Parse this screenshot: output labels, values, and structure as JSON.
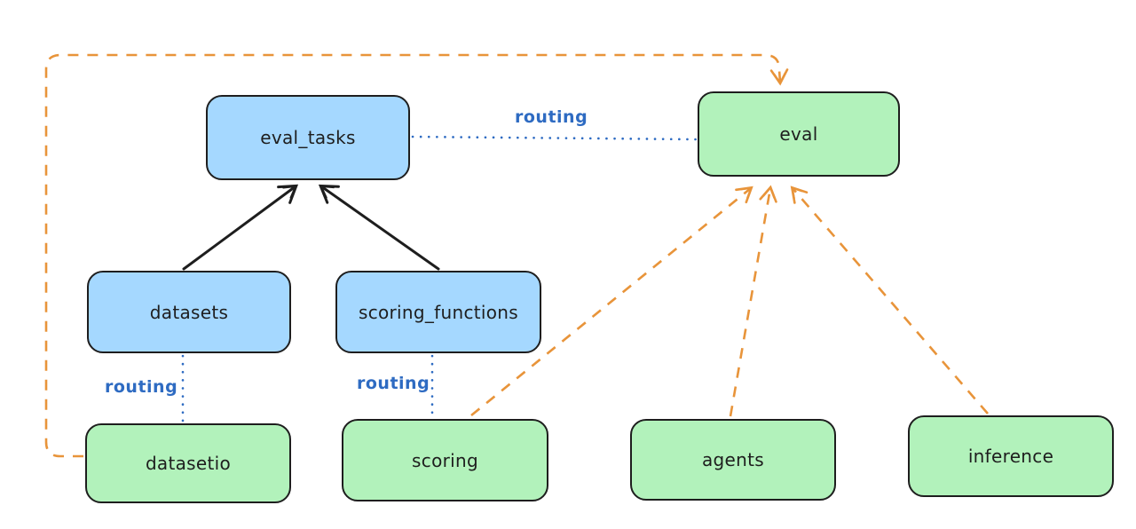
{
  "diagram": {
    "background": "#ffffff",
    "colors": {
      "node_stroke": "#1e1e1e",
      "api_node_fill": "#a5d8ff",
      "provider_node_fill": "#b2f2bb",
      "routing_line_color": "#2e6bc2",
      "dependency_line_color": "#e8943a",
      "registry_arrow_color": "#1e1e1e",
      "text_color": "#1e1e1e"
    },
    "nodes": [
      {
        "id": "eval_tasks",
        "label": "eval_tasks",
        "kind": "blue"
      },
      {
        "id": "eval",
        "label": "eval",
        "kind": "green"
      },
      {
        "id": "datasets",
        "label": "datasets",
        "kind": "blue"
      },
      {
        "id": "scoring_functions",
        "label": "scoring_functions",
        "kind": "blue"
      },
      {
        "id": "datasetio",
        "label": "datasetio",
        "kind": "green"
      },
      {
        "id": "scoring",
        "label": "scoring",
        "kind": "green"
      },
      {
        "id": "agents",
        "label": "agents",
        "kind": "green"
      },
      {
        "id": "inference",
        "label": "inference",
        "kind": "green"
      }
    ],
    "edges": [
      {
        "from": "datasets",
        "to": "eval_tasks",
        "style": "solid-arrow",
        "label": ""
      },
      {
        "from": "scoring_functions",
        "to": "eval_tasks",
        "style": "solid-arrow",
        "label": ""
      },
      {
        "from": "eval_tasks",
        "to": "eval",
        "style": "dotted",
        "label": "routing"
      },
      {
        "from": "datasets",
        "to": "datasetio",
        "style": "dotted",
        "label": "routing"
      },
      {
        "from": "scoring_functions",
        "to": "scoring",
        "style": "dotted",
        "label": "routing"
      },
      {
        "from": "datasetio",
        "to": "eval",
        "style": "dashed-arrow",
        "label": ""
      },
      {
        "from": "scoring",
        "to": "eval",
        "style": "dashed-arrow",
        "label": ""
      },
      {
        "from": "agents",
        "to": "eval",
        "style": "dashed-arrow",
        "label": ""
      },
      {
        "from": "inference",
        "to": "eval",
        "style": "dashed-arrow",
        "label": ""
      }
    ]
  }
}
